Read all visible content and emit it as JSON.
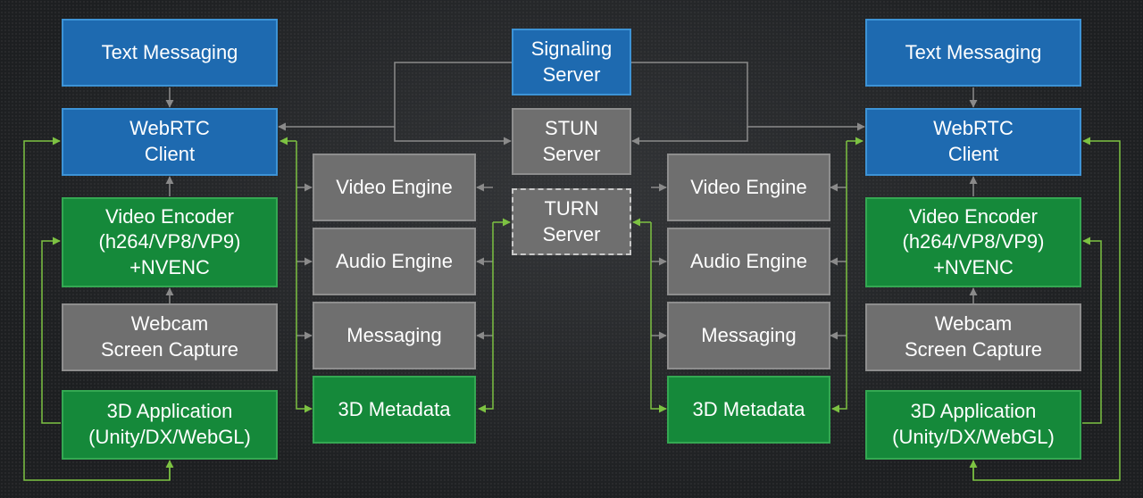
{
  "colors": {
    "blue_fill": "#1e6ab0",
    "green_fill": "#15893a",
    "gray_fill": "#6f6f6f",
    "line_gray": "#8a8a8a",
    "line_green": "#7dc242"
  },
  "center": {
    "signaling": [
      "Signaling",
      "Server"
    ],
    "stun": [
      "STUN",
      "Server"
    ],
    "turn": [
      "TURN",
      "Server"
    ]
  },
  "left": {
    "text_messaging": [
      "Text Messaging"
    ],
    "webrtc_client": [
      "WebRTC",
      "Client"
    ],
    "video_encoder": [
      "Video Encoder",
      "(h264/VP8/VP9)",
      "+NVENC"
    ],
    "webcam": [
      "Webcam",
      "Screen Capture"
    ],
    "app_3d": [
      "3D Application",
      "(Unity/DX/WebGL)"
    ],
    "video_engine": [
      "Video Engine"
    ],
    "audio_engine": [
      "Audio Engine"
    ],
    "messaging": [
      "Messaging"
    ],
    "metadata_3d": [
      "3D Metadata"
    ]
  },
  "right": {
    "text_messaging": [
      "Text Messaging"
    ],
    "webrtc_client": [
      "WebRTC",
      "Client"
    ],
    "video_encoder": [
      "Video Encoder",
      "(h264/VP8/VP9)",
      "+NVENC"
    ],
    "webcam": [
      "Webcam",
      "Screen Capture"
    ],
    "app_3d": [
      "3D Application",
      "(Unity/DX/WebGL)"
    ],
    "video_engine": [
      "Video Engine"
    ],
    "audio_engine": [
      "Audio Engine"
    ],
    "messaging": [
      "Messaging"
    ],
    "metadata_3d": [
      "3D Metadata"
    ]
  }
}
